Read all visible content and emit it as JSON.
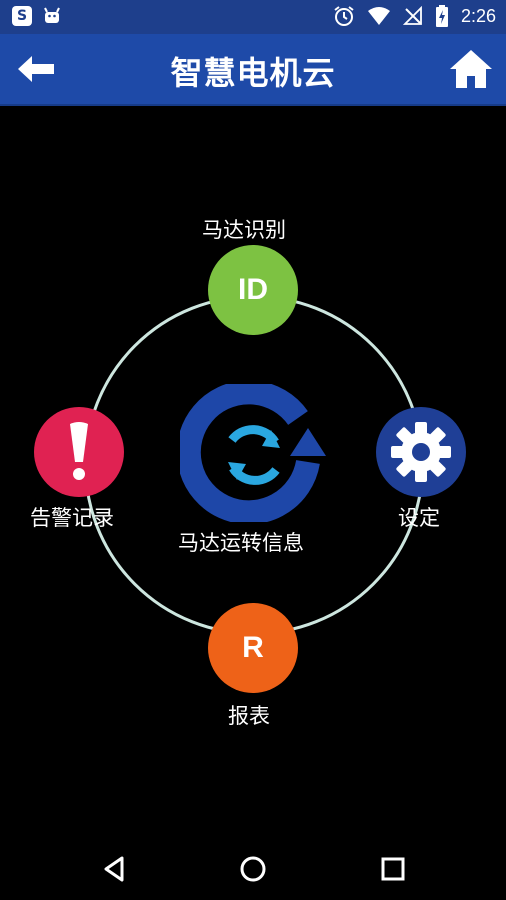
{
  "status_bar": {
    "left_icons": [
      "s-app-icon",
      "android-icon"
    ],
    "left_glyph_s": "S",
    "right_icons": [
      "alarm-clock-icon",
      "wifi-icon",
      "no-signal-icon",
      "battery-charging-icon"
    ],
    "time": "2:26"
  },
  "app_bar": {
    "title": "智慧电机云",
    "back_icon": "back-arrow-icon",
    "home_icon": "home-icon"
  },
  "menu": {
    "top": {
      "label": "马达识别",
      "badge": "ID",
      "color": "#7dc242"
    },
    "left": {
      "label": "告警记录",
      "badge": "!",
      "color": "#e02252"
    },
    "right": {
      "label": "设定",
      "icon": "gear-icon",
      "color": "#1f3f96"
    },
    "bottom": {
      "label": "报表",
      "badge": "R",
      "color": "#ee6218"
    },
    "center": {
      "label": "马达运转信息",
      "icon": "refresh-cycle-icon"
    }
  },
  "nav_bar": {
    "icons": [
      "back-triangle-icon",
      "home-circle-icon",
      "recents-square-icon"
    ]
  }
}
